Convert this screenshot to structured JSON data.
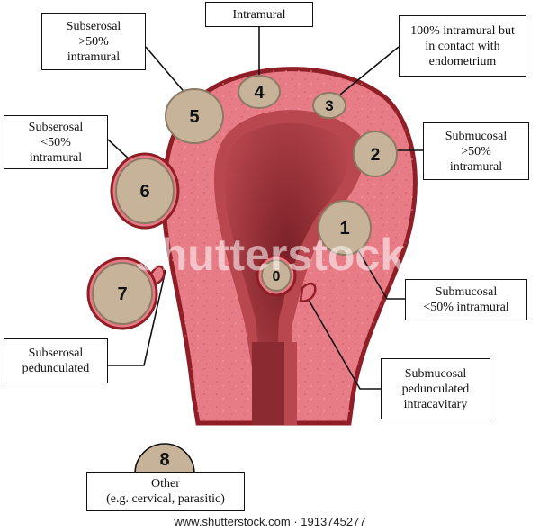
{
  "colors": {
    "wall": "#e87c86",
    "wall_dark": "#8f1e26",
    "cavity": "#8c2a31",
    "cavity_light": "#b8474f",
    "fibroid": "#c7b39a",
    "fibroid_edge": "#8c7a65"
  },
  "labels": {
    "intramural": "Intramural",
    "intramural_endo": "100% intramural but\nin contact with\nendometrium",
    "subserosal_gt50": "Subserosal\n>50%\nintramural",
    "subserosal_lt50": "Subserosal\n<50%\nintramural",
    "submucosal_gt50": "Submucosal\n>50%\nintramural",
    "submucosal_lt50": "Submucosal\n<50% intramural",
    "subserosal_ped": "Subserosal\npedunculated",
    "submucosal_ped": "Submucosal\npedunculated\nintracavitary",
    "other": "Other\n(e.g. cervical, parasitic)"
  },
  "fibroids": {
    "f0": "0",
    "f1": "1",
    "f2": "2",
    "f3": "3",
    "f4": "4",
    "f5": "5",
    "f6": "6",
    "f7": "7",
    "f8": "8"
  },
  "watermark": "shutterstock",
  "credit": "www.shutterstock.com · 1913745277"
}
